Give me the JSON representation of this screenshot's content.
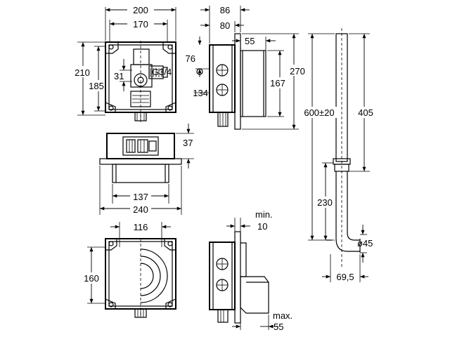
{
  "labels": {
    "top_width_200": "200",
    "top_width_170": "170",
    "top_height_210": "210",
    "top_height_185": "185",
    "top_offset_31": "31",
    "thread_g34": "G3/4",
    "side_width_86": "86",
    "side_width_80": "80",
    "side_offset_55": "55",
    "side_offset_76": "76",
    "side_offset_134": "134",
    "side_height_270": "270",
    "side_height_167": "167",
    "plan_depth_37": "37",
    "plan_width_137": "137",
    "plan_width_240": "240",
    "bottom_width_116": "116",
    "bottom_height_160": "160",
    "min_label": "min.",
    "min_value": "10",
    "max_label": "max.",
    "max_value": "55",
    "pipe_length_600": "600±20",
    "pipe_length_405": "405",
    "pipe_length_230": "230",
    "pipe_diameter_45": "ø45",
    "pipe_offset_695": "69,5"
  }
}
